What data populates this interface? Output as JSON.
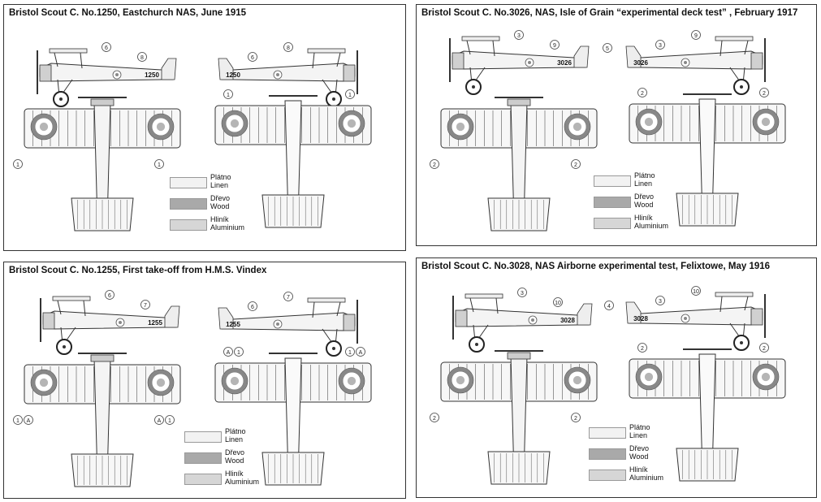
{
  "panels": [
    {
      "title": "Bristol Scout C. No.1250, Eastchurch NAS, June 1915",
      "side_left": [
        "6",
        "8"
      ],
      "serial_left": "1250",
      "serial_right": "1250",
      "side_right": [
        "8",
        "6"
      ],
      "top_markers": [
        "1",
        "1"
      ],
      "under_markers": [
        "1",
        "1"
      ],
      "mid_marker": ""
    },
    {
      "title": "Bristol Scout C. No.3026, NAS, Isle of Grain “experimental deck test” , February 1917",
      "side_left": [
        "3",
        "9"
      ],
      "serial_left": "3026",
      "serial_right": "3026",
      "side_right": [
        "9",
        "3"
      ],
      "top_markers": [
        "2",
        "2"
      ],
      "under_markers": [
        "2",
        "2"
      ],
      "mid_marker": "5"
    },
    {
      "title": "Bristol Scout C. No.1255, First take-off from H.M.S. Vindex",
      "side_left": [
        "6",
        "7"
      ],
      "serial_left": "1255",
      "serial_right": "1255",
      "side_right": [
        "7",
        "6"
      ],
      "top_markers": [
        "A 1",
        "1 A"
      ],
      "under_markers": [
        "1 A",
        "A 1"
      ],
      "mid_marker": ""
    },
    {
      "title": "Bristol Scout C. No.3028, NAS Airborne experimental test, Felixtowe, May 1916",
      "side_left": [
        "3",
        "10"
      ],
      "serial_left": "3028",
      "serial_right": "3028",
      "side_right": [
        "10",
        "3"
      ],
      "top_markers": [
        "2",
        "2"
      ],
      "under_markers": [
        "2",
        "2"
      ],
      "mid_marker": "4"
    }
  ],
  "legend": {
    "linen_cz": "Plátno",
    "linen_en": "Linen",
    "wood_cz": "Dřevo",
    "wood_en": "Wood",
    "alu_cz": "Hliník",
    "alu_en": "Aluminium"
  },
  "colors": {
    "linen": "#f2f2f2",
    "wood": "#a9a9a9",
    "aluminium": "#d6d6d6",
    "roundel": "#888888"
  }
}
